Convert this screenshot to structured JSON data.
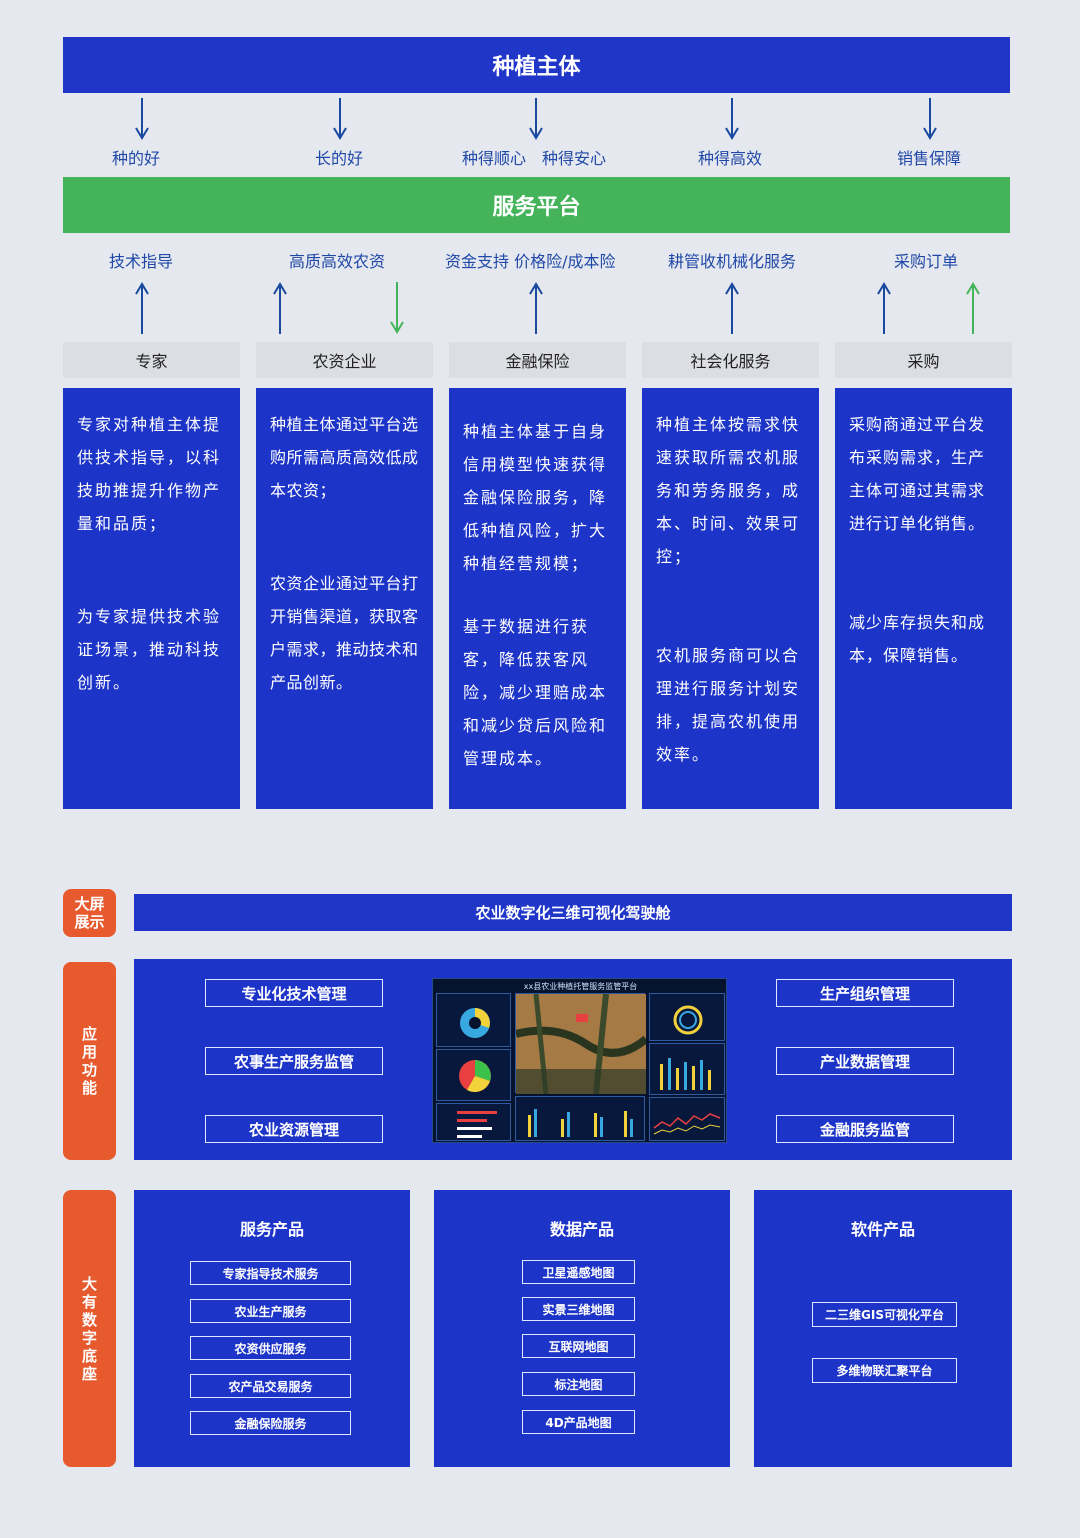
{
  "top": {
    "title": "种植主体",
    "goals": [
      "种的好",
      "长的好",
      "种得顺心　种得安心",
      "种得高效",
      "销售保障"
    ]
  },
  "platform": {
    "title": "服务平台",
    "services": [
      "技术指导",
      "高质高效农资",
      "资金支持  价格险/成本险",
      "耕管收机械化服务",
      "采购订单"
    ]
  },
  "categories": [
    {
      "name": "专家",
      "p1": "专家对种植主体提供技术指导，以科技助推提升作物产量和品质；",
      "p2": "为专家提供技术验证场景，推动科技创新。"
    },
    {
      "name": "农资企业",
      "p1": "种植主体通过平台选购所需高质高效低成本农资；",
      "p2": "农资企业通过平台打开销售渠道，获取客户需求，推动技术和产品创新。"
    },
    {
      "name": "金融保险",
      "p1": "种植主体基于自身信用模型快速获得金融保险服务，降低种植风险，扩大种植经营规模；",
      "p2": "基于数据进行获客，降低获客风险，减少理赔成本和减少贷后风险和管理成本。"
    },
    {
      "name": "社会化服务",
      "p1": "种植主体按需求快速获取所需农机服务和劳务服务，成本、时间、效果可控；",
      "p2": "农机服务商可以合理进行服务计划安排，提高农机使用效率。"
    },
    {
      "name": "采购",
      "p1": "采购商通过平台发布采购需求，生产主体可通过其需求进行订单化销售。",
      "p2": "减少库存损失和成本，保障销售。"
    }
  ],
  "screen": {
    "tag": "大屏展示",
    "title": "农业数字化三维可视化驾驶舱"
  },
  "apps": {
    "tag": "应用功能",
    "left": [
      "专业化技术管理",
      "农事生产服务监管",
      "农业资源管理"
    ],
    "right": [
      "生产组织管理",
      "产业数据管理",
      "金融服务监管"
    ],
    "dashboard_title": "xx县农业种植托管服务监管平台"
  },
  "base": {
    "tag": "大有数字底座",
    "columns": [
      {
        "title": "服务产品",
        "items": [
          "专家指导技术服务",
          "农业生产服务",
          "农资供应服务",
          "农产品交易服务",
          "金融保险服务"
        ]
      },
      {
        "title": "数据产品",
        "items": [
          "卫星遥感地图",
          "实景三维地图",
          "互联网地图",
          "标注地图",
          "4D产品地图"
        ]
      },
      {
        "title": "软件产品",
        "items": [
          "二三维GIS可视化平台",
          "多维物联汇聚平台"
        ]
      }
    ]
  },
  "colors": {
    "blue": "#1f36c8",
    "green": "#44b35a",
    "orange": "#e65a2e",
    "arrow_blue": "#1a4aa0",
    "arrow_green": "#44b35a"
  }
}
